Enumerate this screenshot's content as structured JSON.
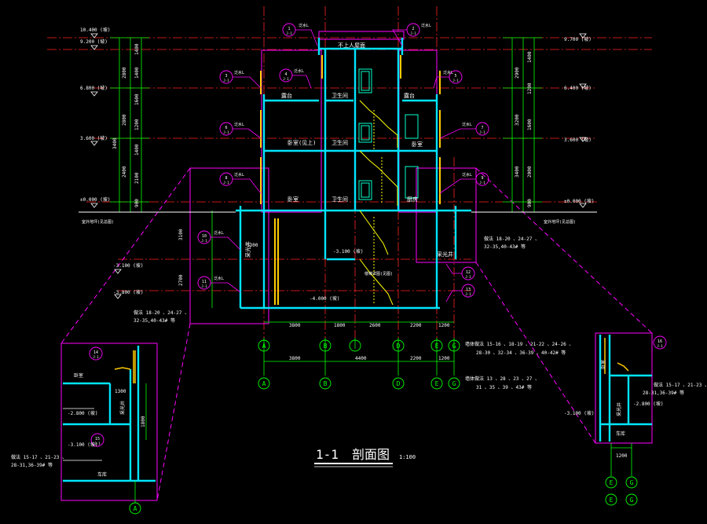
{
  "drawing": {
    "title": "1-1",
    "title_suffix": "剖面图",
    "scale": "1:100"
  },
  "colors": {
    "background": "#000000",
    "wall": "#00e5ff",
    "frame": "#ff00ff",
    "dimension": "#00ff00",
    "axis": "#ff2222",
    "stair": "#ffff00",
    "text": "#ffffff"
  },
  "levels_left": [
    {
      "key": "l1",
      "text": "10.400 (坡)"
    },
    {
      "key": "l2",
      "text": "9.200 (坡)"
    },
    {
      "key": "l3",
      "text": "6.800 (坡)"
    },
    {
      "key": "l4",
      "text": "3.600 (坡)"
    },
    {
      "key": "l5",
      "text": "±0.000 (坡)"
    },
    {
      "key": "l6",
      "text": "-3.100 (坡)"
    },
    {
      "key": "l7",
      "text": "-3.800 (坡)"
    }
  ],
  "levels_right": [
    {
      "key": "r1",
      "text": "9.700 (坡)"
    },
    {
      "key": "r2",
      "text": "6.400 (坡)"
    },
    {
      "key": "r3",
      "text": "3.600 (坡)"
    },
    {
      "key": "r4",
      "text": "±0.000 (坡)"
    }
  ],
  "ground_labels": {
    "left": "室外地坪(见总图)",
    "right": "室外地坪(见总图)"
  },
  "height_dims_left": [
    "2800",
    "2800",
    "2400",
    "3400"
  ],
  "height_dims_left_inner": [
    "1400",
    "1400",
    "1600",
    "1200",
    "1400",
    "2100",
    "900"
  ],
  "height_dims_right": [
    "2900",
    "3200",
    "3400"
  ],
  "height_dims_right_inner": [
    "1400",
    "1200",
    "1600",
    "2000",
    "900"
  ],
  "basement_dims": [
    "3100",
    "2700"
  ],
  "rooms": {
    "top_label": "不上人屋面",
    "terrace_left": "露台",
    "bath_top": "卫生间",
    "terrace_right": "露台",
    "bedroom": "卧室(见上)",
    "bath_mid": "卫生间",
    "bedroom_right": "卧室",
    "bedroom_low": "卧室",
    "bath_low": "卫生间",
    "kitchen": "厨房",
    "light_well_left": "采光井",
    "light_well_right": "采光井",
    "basement_level": "-3.100 (坡)",
    "basement_level_left": "-4.000 (坡)",
    "stair_note": "楼梯详图(见图)",
    "bb": "1300"
  },
  "notes": {
    "left_bottom_1": "做法 18-20 、24-27 、",
    "left_bottom_2": "32-35,40-43# 等",
    "right_mid_1": "做法 18-20 、24-27 、",
    "right_mid_2": "32-35,40-43# 等",
    "right_a1": "墙体做法 15-16 、18-19 、21-22 、24-26 、",
    "right_a2": "28-30 、32-34 、36-39 、40-42# 等",
    "right_b1": "墙体做法 13 、28 、23 、27 、",
    "right_b2": "31 、35 、39 、43# 等"
  },
  "axis_dims_top": [
    "3800",
    "1800",
    "2600",
    "2200",
    "1200"
  ],
  "axis_dims_bottom": [
    "3800",
    "4400",
    "2200",
    "1200"
  ],
  "axis_row1": [
    "A",
    "B",
    "D",
    "E",
    "G"
  ],
  "axis_row2": [
    "A",
    "B",
    "D",
    "E",
    "G"
  ],
  "detail_left": {
    "room_top": "卧室",
    "well": "采光井",
    "dim_a": "1300",
    "dim_b": "1800",
    "level_a": "-2.800 (坡)",
    "level_b": "-3.100 (坡)",
    "room_bottom": "车库",
    "note1": "做法 15-17 、21-23 、",
    "note2": "28-31,36-39# 等",
    "axis": "A"
  },
  "detail_right": {
    "room_top": "卧室",
    "well": "采光井",
    "dim_a": "1200",
    "level_a": "-2.800 (坡)",
    "level_b": "-3.100 (坡)",
    "room_bottom": "车库",
    "note1": "做法 15-17 、21-23 、",
    "note2": "28-31,36-39# 等",
    "axis_top": [
      "E",
      "G"
    ],
    "axis_bottom": [
      "E",
      "G"
    ]
  },
  "callouts": [
    {
      "num": "1",
      "sheet": "J-1"
    },
    {
      "num": "2",
      "sheet": "J-1"
    },
    {
      "num": "3",
      "sheet": "J-1"
    },
    {
      "num": "4",
      "sheet": "J-1"
    },
    {
      "num": "5",
      "sheet": "J-1"
    },
    {
      "num": "6",
      "sheet": "J-1"
    },
    {
      "num": "7",
      "sheet": "J-1"
    },
    {
      "num": "8",
      "sheet": "J-1"
    },
    {
      "num": "9",
      "sheet": "J-1"
    },
    {
      "num": "10",
      "sheet": "J-1"
    },
    {
      "num": "11",
      "sheet": "J-1"
    },
    {
      "num": "12",
      "sheet": "J-1"
    },
    {
      "num": "13",
      "sheet": "J-1"
    },
    {
      "num": "14",
      "sheet": "J-1"
    },
    {
      "num": "15",
      "sheet": "J-1"
    },
    {
      "num": "16",
      "sheet": "J-1"
    }
  ],
  "callout_tag": "泛水L"
}
